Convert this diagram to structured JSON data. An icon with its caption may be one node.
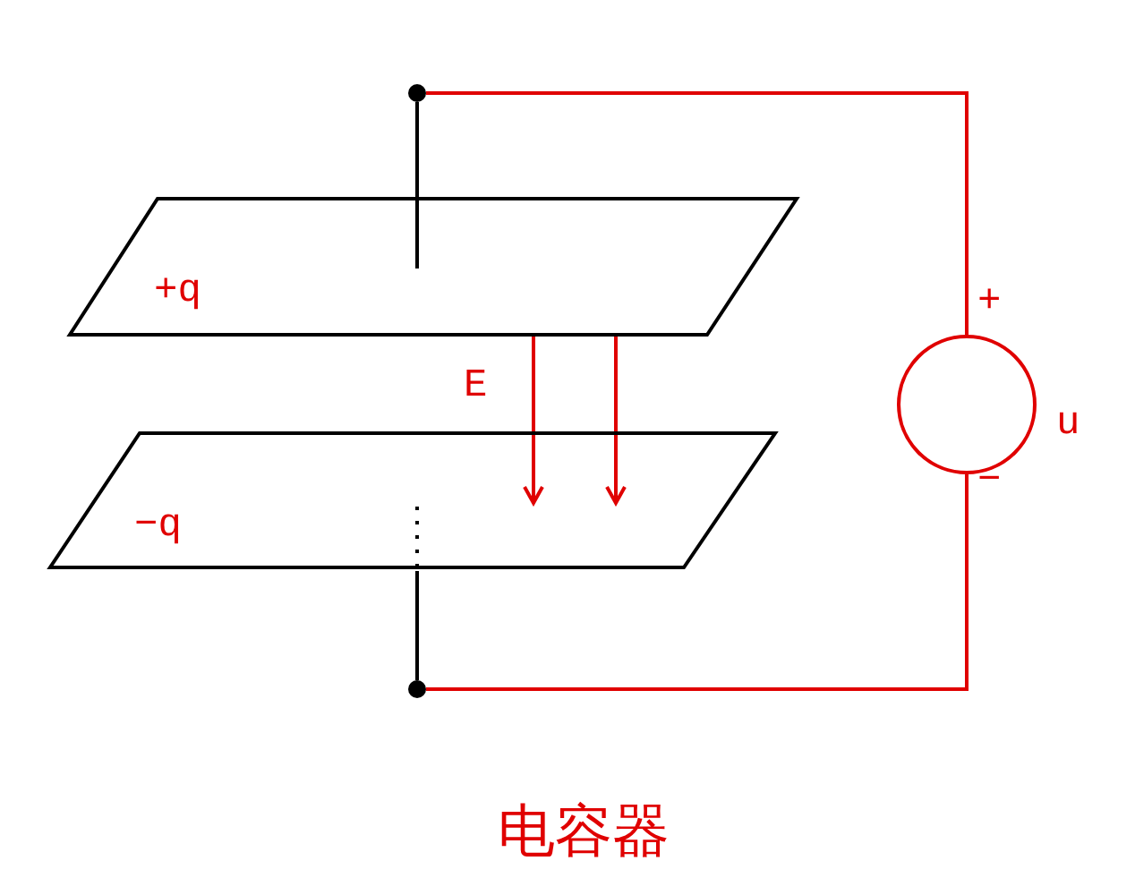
{
  "diagram": {
    "caption": "电容器",
    "nodes": [
      {
        "text": [
          "+q"
        ]
      },
      {
        "text": [
          "−q"
        ]
      },
      {
        "text": [],
        "shape": "circle"
      },
      {
        "text": [],
        "shape": "circle"
      },
      {
        "text": [],
        "shape": "circle",
        "beside": [
          "+",
          "−",
          "u"
        ]
      }
    ],
    "edges": [
      {
        "from": 2,
        "to": 0,
        "arrow": "none",
        "color": "#000000"
      },
      {
        "from": 3,
        "to": 1,
        "arrow": "none",
        "color": "#000000"
      },
      {
        "from": 2,
        "to": 4,
        "arrow": "none"
      },
      {
        "from": 4,
        "to": 3,
        "arrow": "none"
      },
      {
        "from": 0,
        "to": 1,
        "arrow": "to"
      },
      {
        "from": 0,
        "to": 1,
        "arrow": "to"
      }
    ],
    "labels": [
      "E"
    ]
  }
}
